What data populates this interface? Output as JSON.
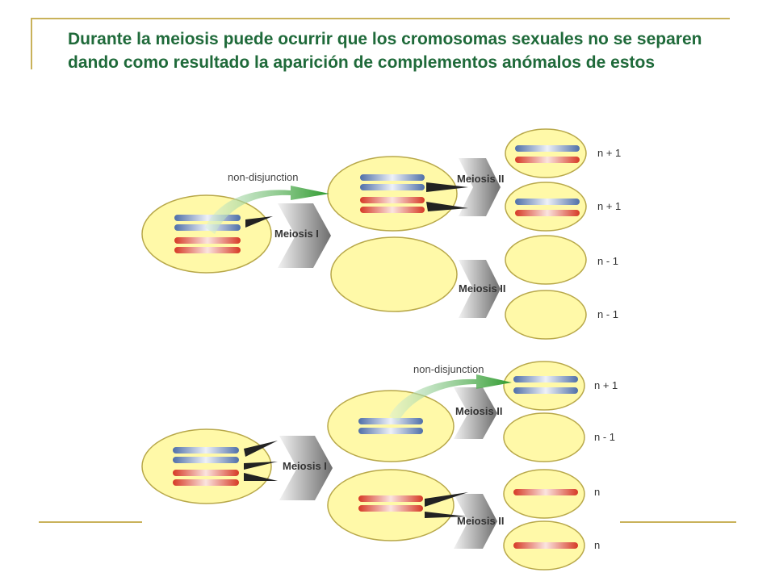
{
  "slide": {
    "title": "Durante la meiosis puede ocurrir que los cromosomas sexuales no se separen dando como resultado la aparición de complementos anómalos de estos"
  },
  "colors": {
    "title": "#1f6a3a",
    "rule": "#c9b25a",
    "cell_fill": "#fff9a8",
    "cell_stroke": "#b8a84a",
    "chromosome_blue": "#4f6fa8",
    "chromosome_red": "#d63a26",
    "arrow_green": "#3aa53a"
  },
  "diagram": {
    "top": {
      "nondisjunction_label": "non-disjunction",
      "meiosis1_label": "Meiosis I",
      "meiosis2_upper_label": "Meiosis II",
      "meiosis2_lower_label": "Meiosis II",
      "gametes": [
        "n + 1",
        "n + 1",
        "n - 1",
        "n - 1"
      ]
    },
    "bottom": {
      "nondisjunction_label": "non-disjunction",
      "meiosis1_label": "Meiosis I",
      "meiosis2_upper_label": "Meiosis II",
      "meiosis2_lower_label": "Meiosis II",
      "gametes": [
        "n + 1",
        "n - 1",
        "n",
        "n"
      ]
    }
  }
}
